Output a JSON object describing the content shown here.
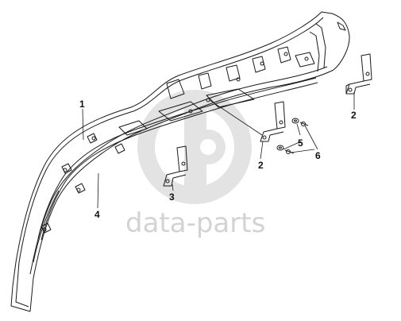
{
  "watermark": {
    "text": "data-parts",
    "color": "#d3d3d3",
    "logo": "data-parts-logo-icon"
  },
  "callouts": [
    {
      "id": "callout-1a",
      "label": "1"
    },
    {
      "id": "callout-2a",
      "label": "2"
    },
    {
      "id": "callout-2b",
      "label": "2"
    },
    {
      "id": "callout-3",
      "label": "3"
    },
    {
      "id": "callout-4",
      "label": "4"
    },
    {
      "id": "callout-5",
      "label": "5"
    },
    {
      "id": "callout-6",
      "label": "6"
    }
  ],
  "line_color": "#1a1a1a"
}
